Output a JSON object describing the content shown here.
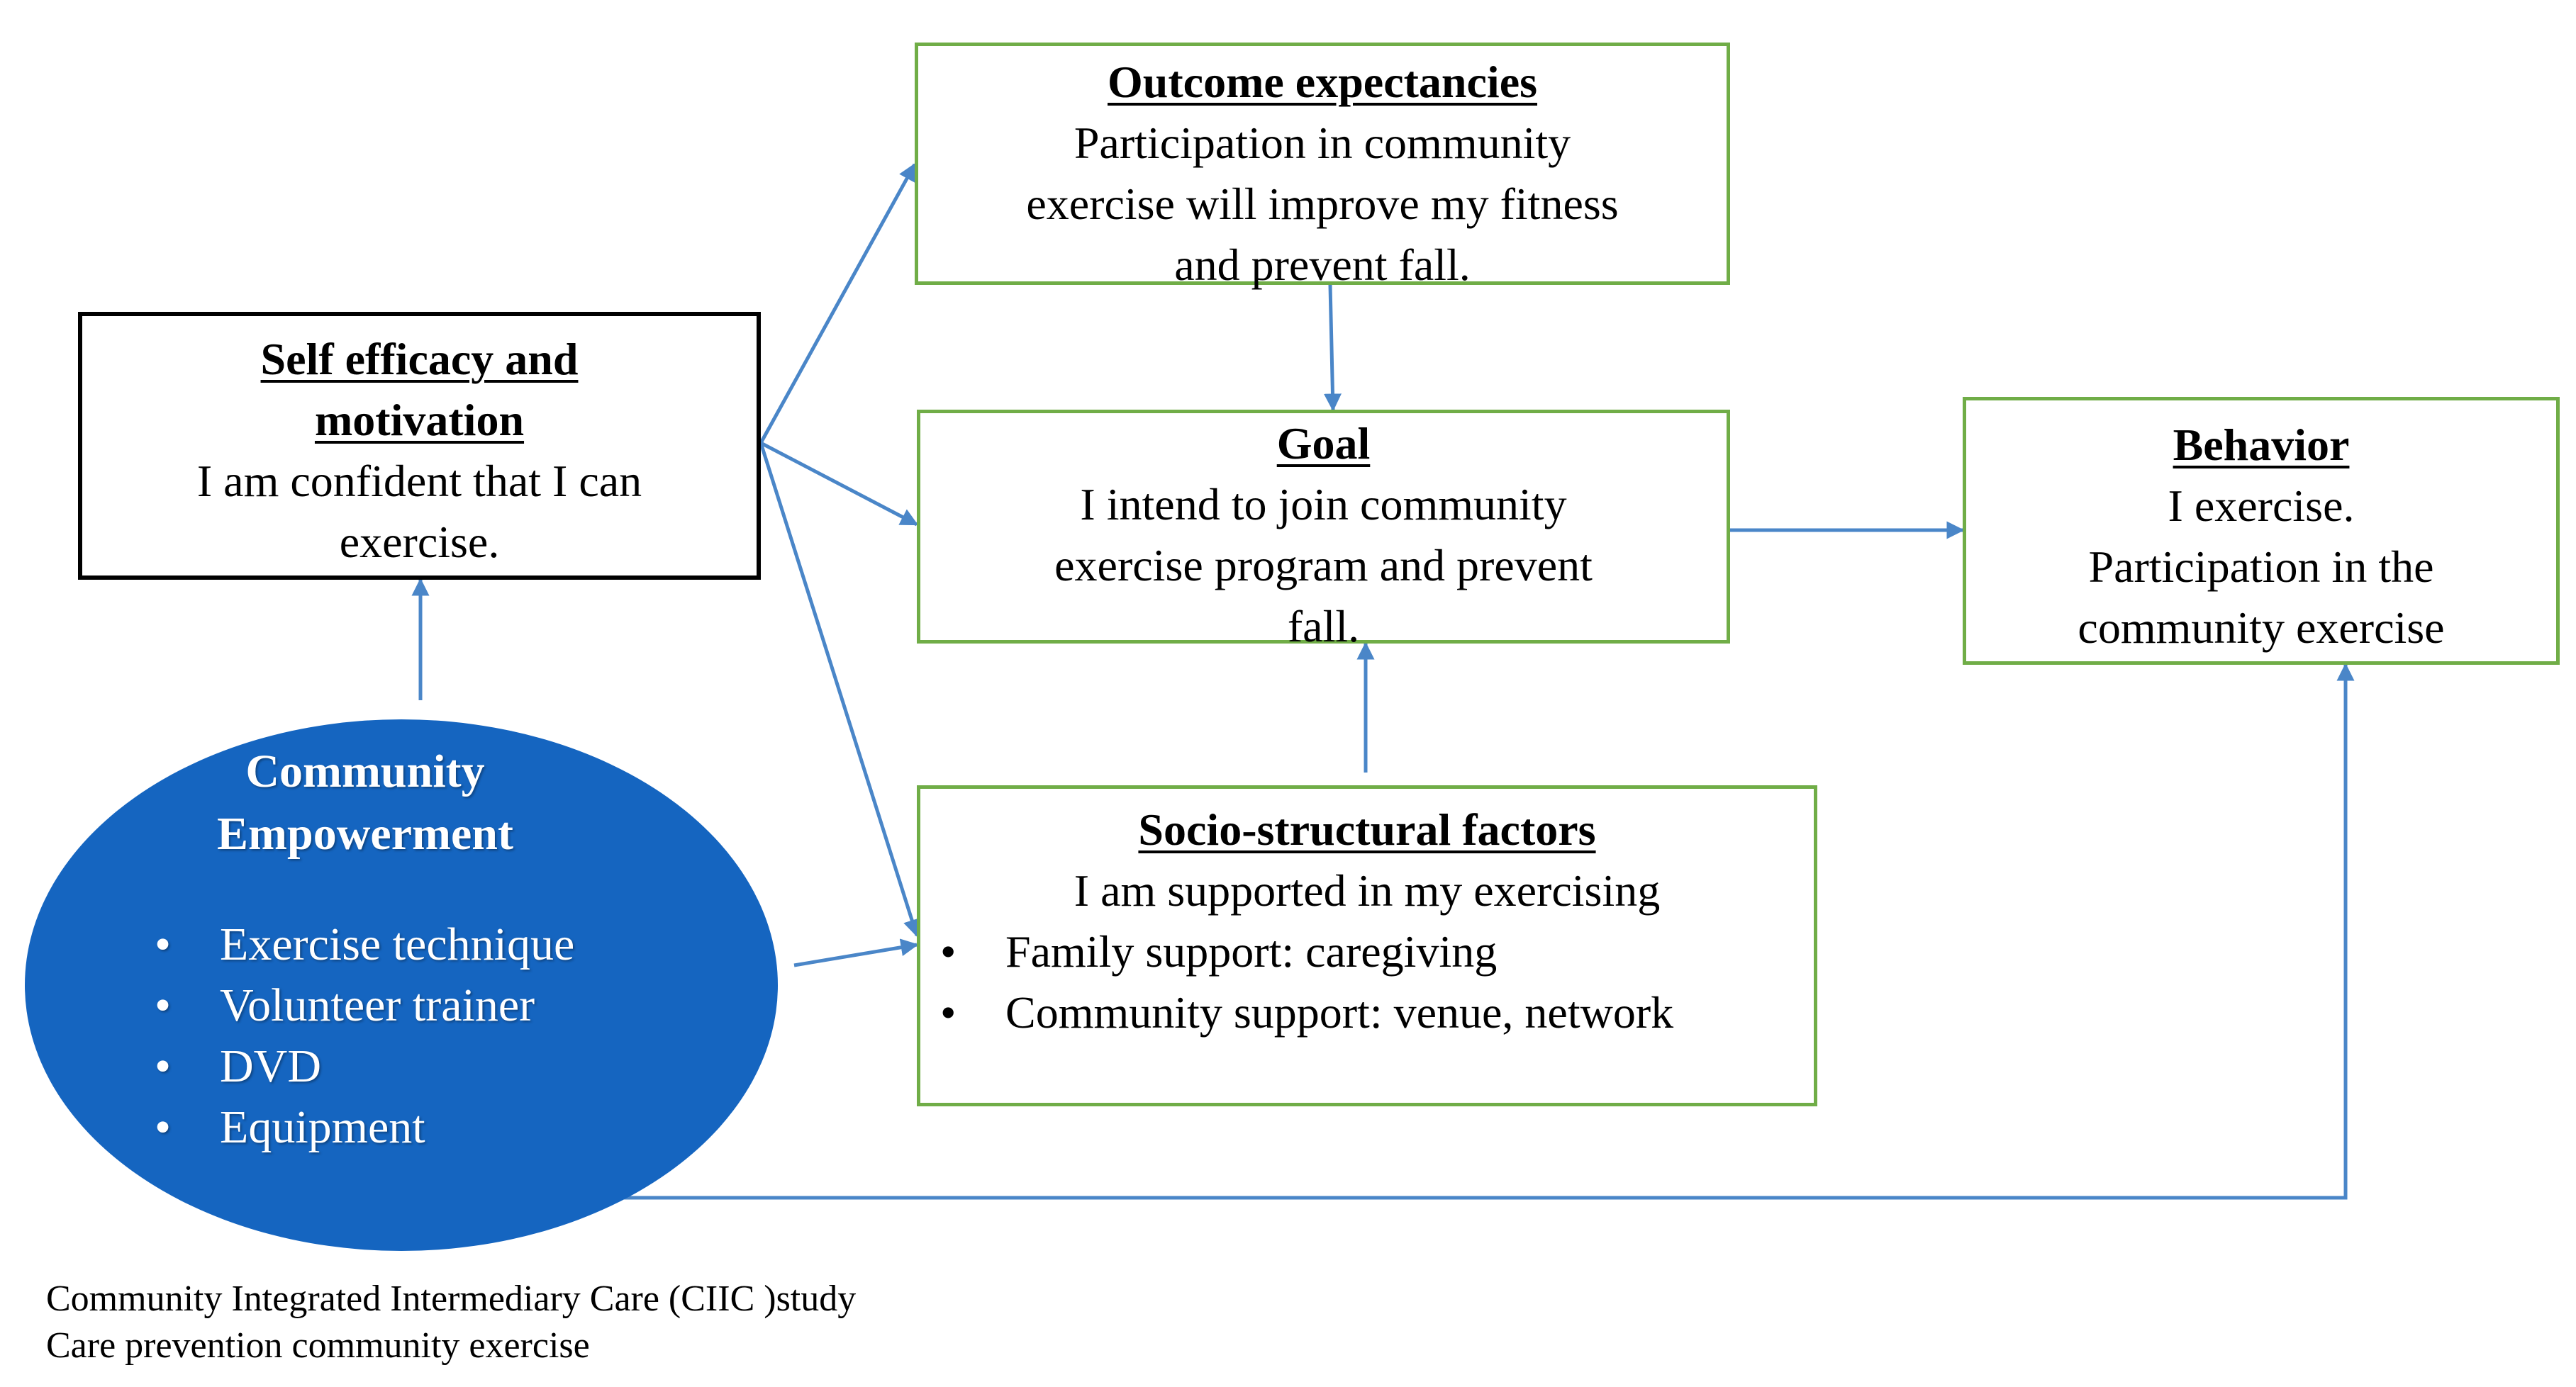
{
  "colors": {
    "box_border_green": "#70ad47",
    "box_border_black": "#000000",
    "arrow": "#4a86c8",
    "ellipse_fill": "#1565c0",
    "ellipse_text": "#ffffff"
  },
  "nodes": {
    "outcome": {
      "heading": "Outcome expectancies",
      "lines": [
        "Participation in community",
        "exercise will improve my fitness",
        "and prevent fall."
      ]
    },
    "self_efficacy": {
      "heading_lines": [
        "Self efficacy and",
        "motivation"
      ],
      "lines": [
        "I am confident that I can",
        "exercise."
      ]
    },
    "goal": {
      "heading": "Goal",
      "lines": [
        "I intend to join community",
        "exercise program and prevent",
        "fall."
      ]
    },
    "behavior": {
      "heading": "Behavior",
      "lines": [
        "I exercise.",
        "Participation in the",
        "community exercise"
      ]
    },
    "socio": {
      "heading": "Socio-structural factors",
      "intro": "I am supported in my exercising",
      "bullets": [
        "Family support: caregiving",
        "Community support: venue, network"
      ],
      "bullet_symbol": "•"
    },
    "empowerment": {
      "title_lines": [
        "Community",
        "Empowerment"
      ],
      "items": [
        "Exercise technique",
        "Volunteer trainer",
        "DVD",
        "Equipment"
      ],
      "bullet_symbol": "•"
    }
  },
  "edges": [
    {
      "from": "self_efficacy",
      "to": "outcome"
    },
    {
      "from": "self_efficacy",
      "to": "goal"
    },
    {
      "from": "self_efficacy",
      "to": "socio"
    },
    {
      "from": "outcome",
      "to": "goal"
    },
    {
      "from": "socio",
      "to": "goal"
    },
    {
      "from": "goal",
      "to": "behavior"
    },
    {
      "from": "empowerment",
      "to": "self_efficacy"
    },
    {
      "from": "empowerment",
      "to": "socio"
    },
    {
      "from": "empowerment",
      "to": "behavior"
    }
  ],
  "caption": {
    "line1": "Community Integrated Intermediary Care (CIIC )study",
    "line2": "Care prevention community exercise"
  }
}
